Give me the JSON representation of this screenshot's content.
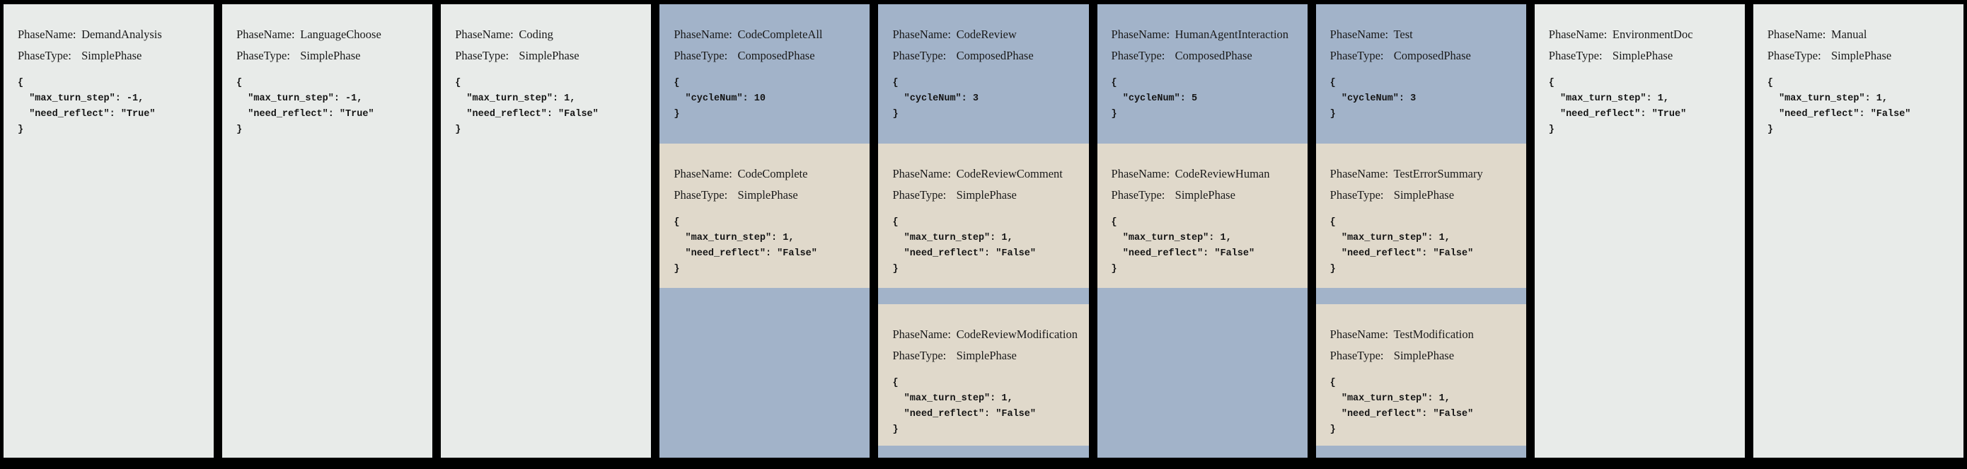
{
  "labels": {
    "phase_name": "PhaseName:",
    "phase_type": "PhaseType:"
  },
  "colors": {
    "background": "#000000",
    "simple_phase_bg": "#e8ebe9",
    "composed_phase_bg": "#a2b3c9",
    "nested_phase_bg": "#e0d9cb",
    "text": "#1a1a1a"
  },
  "phases": [
    {
      "name": "DemandAnalysis",
      "type": "SimplePhase",
      "config": "{\n  \"max_turn_step\": -1,\n  \"need_reflect\": \"True\"\n}"
    },
    {
      "name": "LanguageChoose",
      "type": "SimplePhase",
      "config": "{\n  \"max_turn_step\": -1,\n  \"need_reflect\": \"True\"\n}"
    },
    {
      "name": "Coding",
      "type": "SimplePhase",
      "config": "{\n  \"max_turn_step\": 1,\n  \"need_reflect\": \"False\"\n}"
    },
    {
      "name": "CodeCompleteAll",
      "type": "ComposedPhase",
      "config": "{\n  \"cycleNum\": 10\n}",
      "sub_phases": [
        {
          "name": "CodeComplete",
          "type": "SimplePhase",
          "config": "{\n  \"max_turn_step\": 1,\n  \"need_reflect\": \"False\"\n}"
        }
      ]
    },
    {
      "name": "CodeReview",
      "type": "ComposedPhase",
      "config": "{\n  \"cycleNum\": 3\n}",
      "sub_phases": [
        {
          "name": "CodeReviewComment",
          "type": "SimplePhase",
          "config": "{\n  \"max_turn_step\": 1,\n  \"need_reflect\": \"False\"\n}"
        },
        {
          "name": "CodeReviewModification",
          "type": "SimplePhase",
          "config": "{\n  \"max_turn_step\": 1,\n  \"need_reflect\": \"False\"\n}"
        }
      ]
    },
    {
      "name": "HumanAgentInteraction",
      "type": "ComposedPhase",
      "config": "{\n  \"cycleNum\": 5\n}",
      "sub_phases": [
        {
          "name": "CodeReviewHuman",
          "type": "SimplePhase",
          "config": "{\n  \"max_turn_step\": 1,\n  \"need_reflect\": \"False\"\n}"
        }
      ]
    },
    {
      "name": "Test",
      "type": "ComposedPhase",
      "config": "{\n  \"cycleNum\": 3\n}",
      "sub_phases": [
        {
          "name": "TestErrorSummary",
          "type": "SimplePhase",
          "config": "{\n  \"max_turn_step\": 1,\n  \"need_reflect\": \"False\"\n}"
        },
        {
          "name": "TestModification",
          "type": "SimplePhase",
          "config": "{\n  \"max_turn_step\": 1,\n  \"need_reflect\": \"False\"\n}"
        }
      ]
    },
    {
      "name": "EnvironmentDoc",
      "type": "SimplePhase",
      "config": "{\n  \"max_turn_step\": 1,\n  \"need_reflect\": \"True\"\n}"
    },
    {
      "name": "Manual",
      "type": "SimplePhase",
      "config": "{\n  \"max_turn_step\": 1,\n  \"need_reflect\": \"False\"\n}"
    }
  ]
}
